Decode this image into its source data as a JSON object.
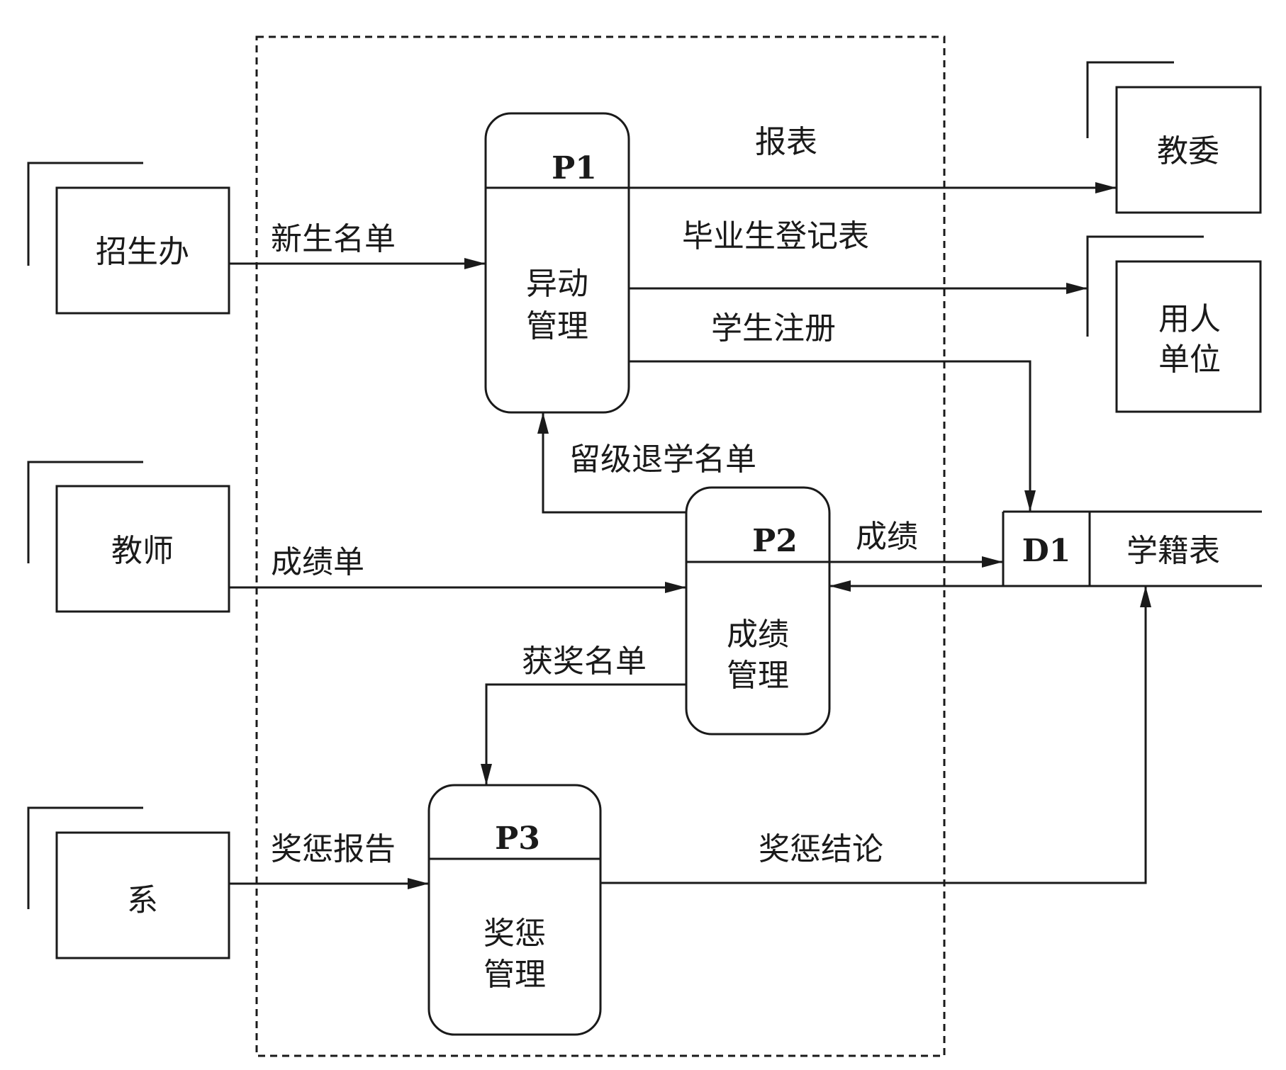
{
  "external_entities": [
    {
      "id": "zhaoshengban",
      "label": "招生办"
    },
    {
      "id": "jiaoshi",
      "label": "教师"
    },
    {
      "id": "xi",
      "label": "系"
    },
    {
      "id": "jiaowei",
      "label": "教委"
    },
    {
      "id": "yongren",
      "label_lines": [
        "用人",
        "单位"
      ]
    }
  ],
  "processes": [
    {
      "id": "P1",
      "label_lines": [
        "异动",
        "管理"
      ]
    },
    {
      "id": "P2",
      "label_lines": [
        "成绩",
        "管理"
      ]
    },
    {
      "id": "P3",
      "label_lines": [
        "奖惩",
        "管理"
      ]
    }
  ],
  "data_store": {
    "id": "D1",
    "label": "学籍表"
  },
  "flows": [
    {
      "label": "新生名单",
      "from": "招生办",
      "to": "P1"
    },
    {
      "label": "报表",
      "from": "P1",
      "to": "教委"
    },
    {
      "label": "毕业生登记表",
      "from": "P1",
      "to": "用人单位"
    },
    {
      "label": "学生注册",
      "from": "P1",
      "to": "D1"
    },
    {
      "label": "留级退学名单",
      "from": "P2",
      "to": "P1"
    },
    {
      "label": "成绩单",
      "from": "教师",
      "to": "P2"
    },
    {
      "label": "成绩",
      "from": "P2",
      "to": "D1"
    },
    {
      "label": "",
      "from": "D1",
      "to": "P2"
    },
    {
      "label": "获奖名单",
      "from": "P2",
      "to": "P3"
    },
    {
      "label": "奖惩报告",
      "from": "系",
      "to": "P3"
    },
    {
      "label": "奖惩结论",
      "from": "P3",
      "to": "D1"
    }
  ]
}
